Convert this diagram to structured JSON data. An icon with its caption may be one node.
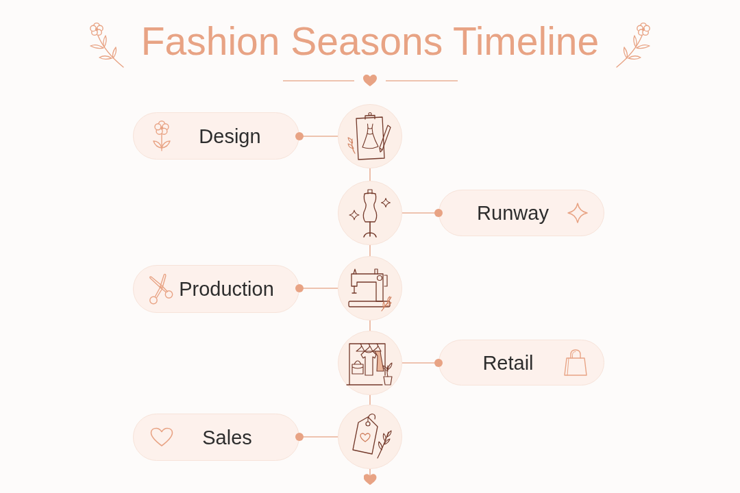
{
  "diagram": {
    "title": "Fashion Seasons Timeline",
    "nodes": [
      {
        "text": [
          "Design"
        ]
      },
      {
        "text": [],
        "shape": "circle"
      },
      {
        "text": [],
        "shape": "circle"
      },
      {
        "text": [
          "Runway"
        ]
      },
      {
        "text": [
          "Production"
        ]
      },
      {
        "text": [],
        "shape": "circle"
      },
      {
        "text": [],
        "shape": "circle"
      },
      {
        "text": [
          "Retail"
        ]
      },
      {
        "text": [
          "Sales"
        ]
      },
      {
        "text": [],
        "shape": "circle"
      }
    ],
    "edges": [
      {
        "from": 1,
        "to": 0,
        "arrow": "other"
      },
      {
        "from": 1,
        "to": 2,
        "arrow": "none"
      },
      {
        "from": 2,
        "to": 3,
        "arrow": "other"
      },
      {
        "from": 2,
        "to": 5,
        "arrow": "none"
      },
      {
        "from": 5,
        "to": 4,
        "arrow": "other"
      },
      {
        "from": 5,
        "to": 6,
        "arrow": "none"
      },
      {
        "from": 6,
        "to": 7,
        "arrow": "other"
      },
      {
        "from": 6,
        "to": 9,
        "arrow": "none"
      },
      {
        "from": 9,
        "to": 8,
        "arrow": "other"
      },
      {
        "from": 9,
        "to": null,
        "arrow": "other"
      }
    ]
  }
}
